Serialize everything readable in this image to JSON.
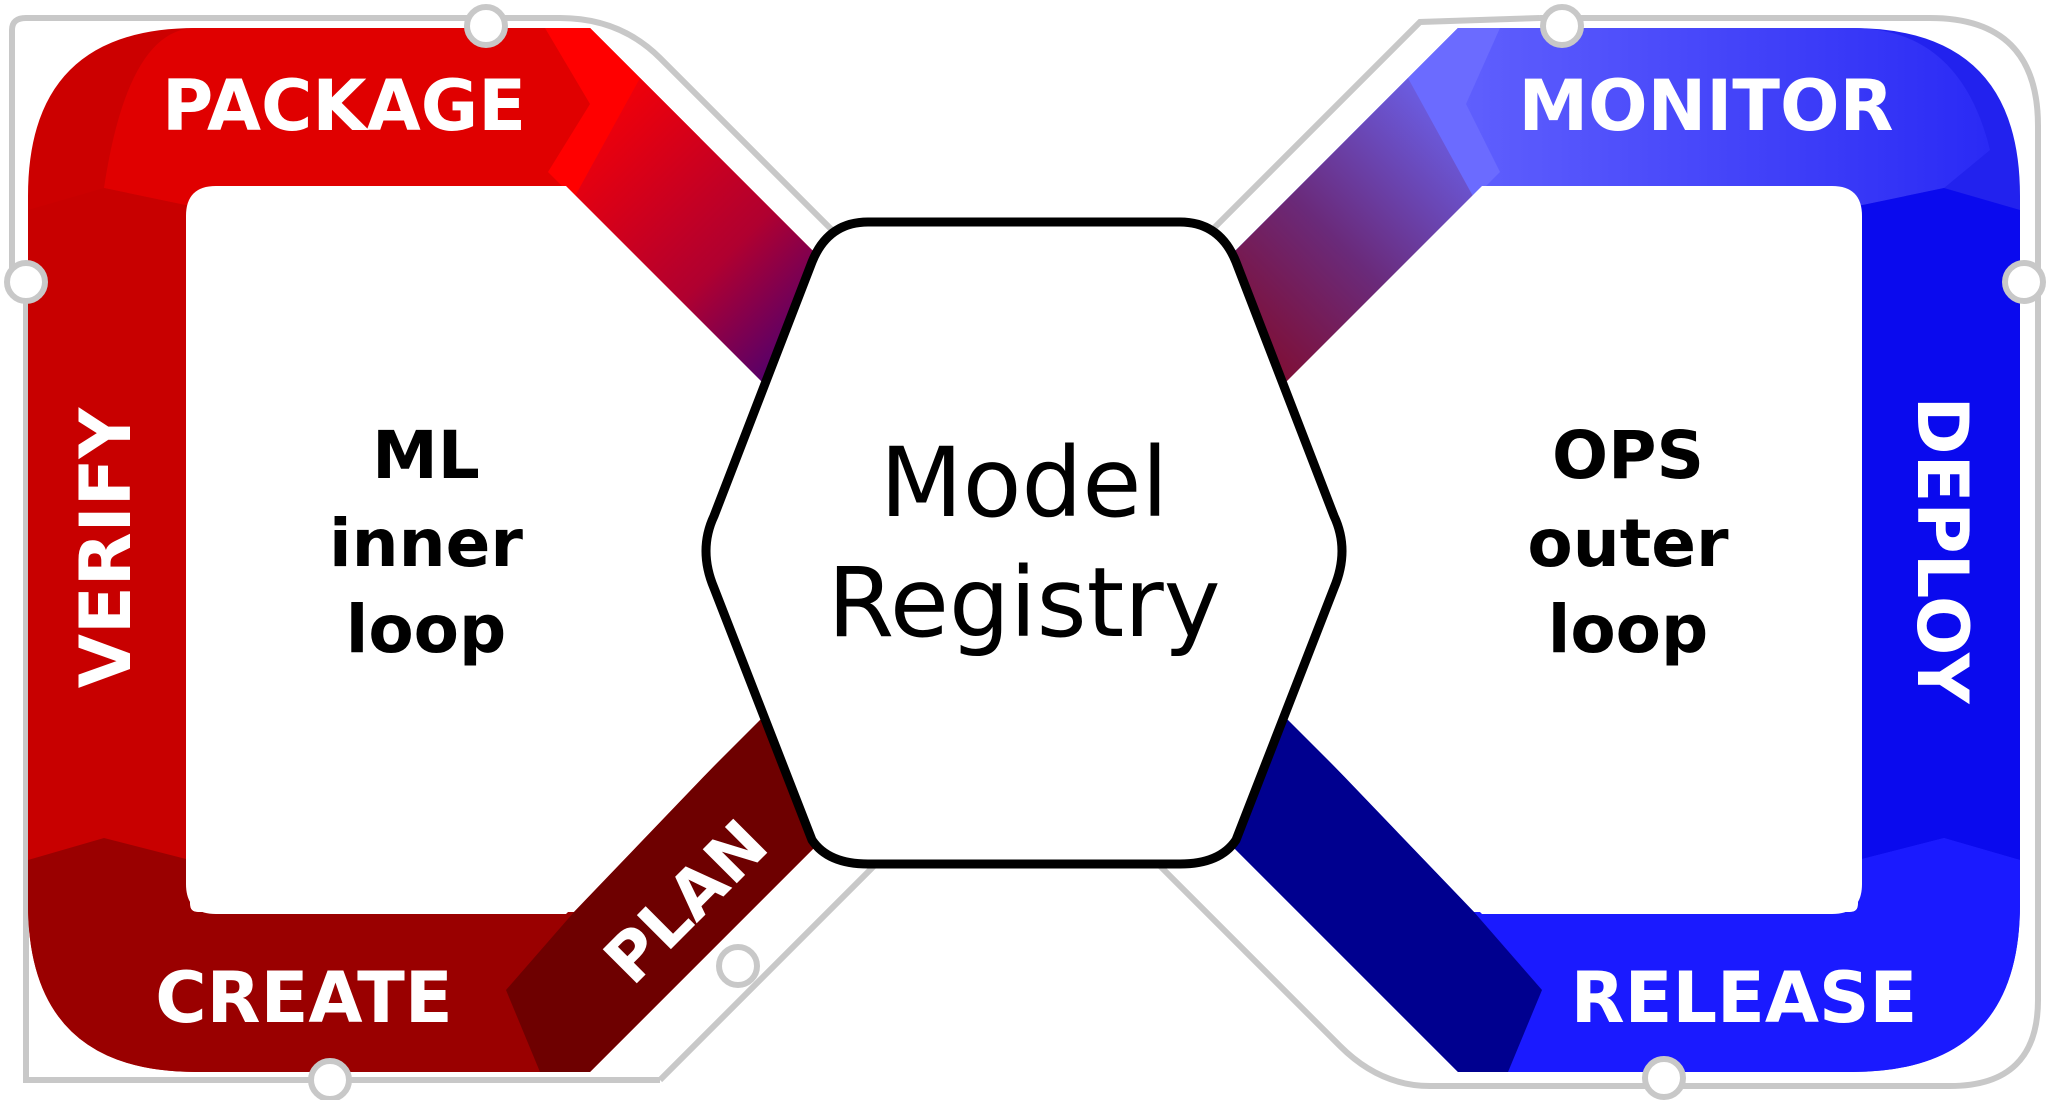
{
  "inner_loop": {
    "title_line1": "ML",
    "title_line2": "inner",
    "title_line3": "loop",
    "stages": {
      "package": "PACKAGE",
      "verify": "VERIFY",
      "create": "CREATE",
      "plan": "PLAN"
    }
  },
  "outer_loop": {
    "title_line1": "OPS",
    "title_line2": "outer",
    "title_line3": "loop",
    "stages": {
      "monitor": "MONITOR",
      "deploy": "DEPLOY",
      "release": "RELEASE"
    }
  },
  "center": {
    "line1": "Model",
    "line2": "Registry"
  },
  "colors": {
    "ml_red": "#dd0000",
    "ml_bright_red": "#ff0000",
    "ml_dark_red": "#7a0000",
    "ops_blue": "#1a1aee",
    "ops_light_blue": "#6b6bff",
    "ops_dark_blue": "#00008f",
    "outline_gray": "#c8c8c8"
  }
}
